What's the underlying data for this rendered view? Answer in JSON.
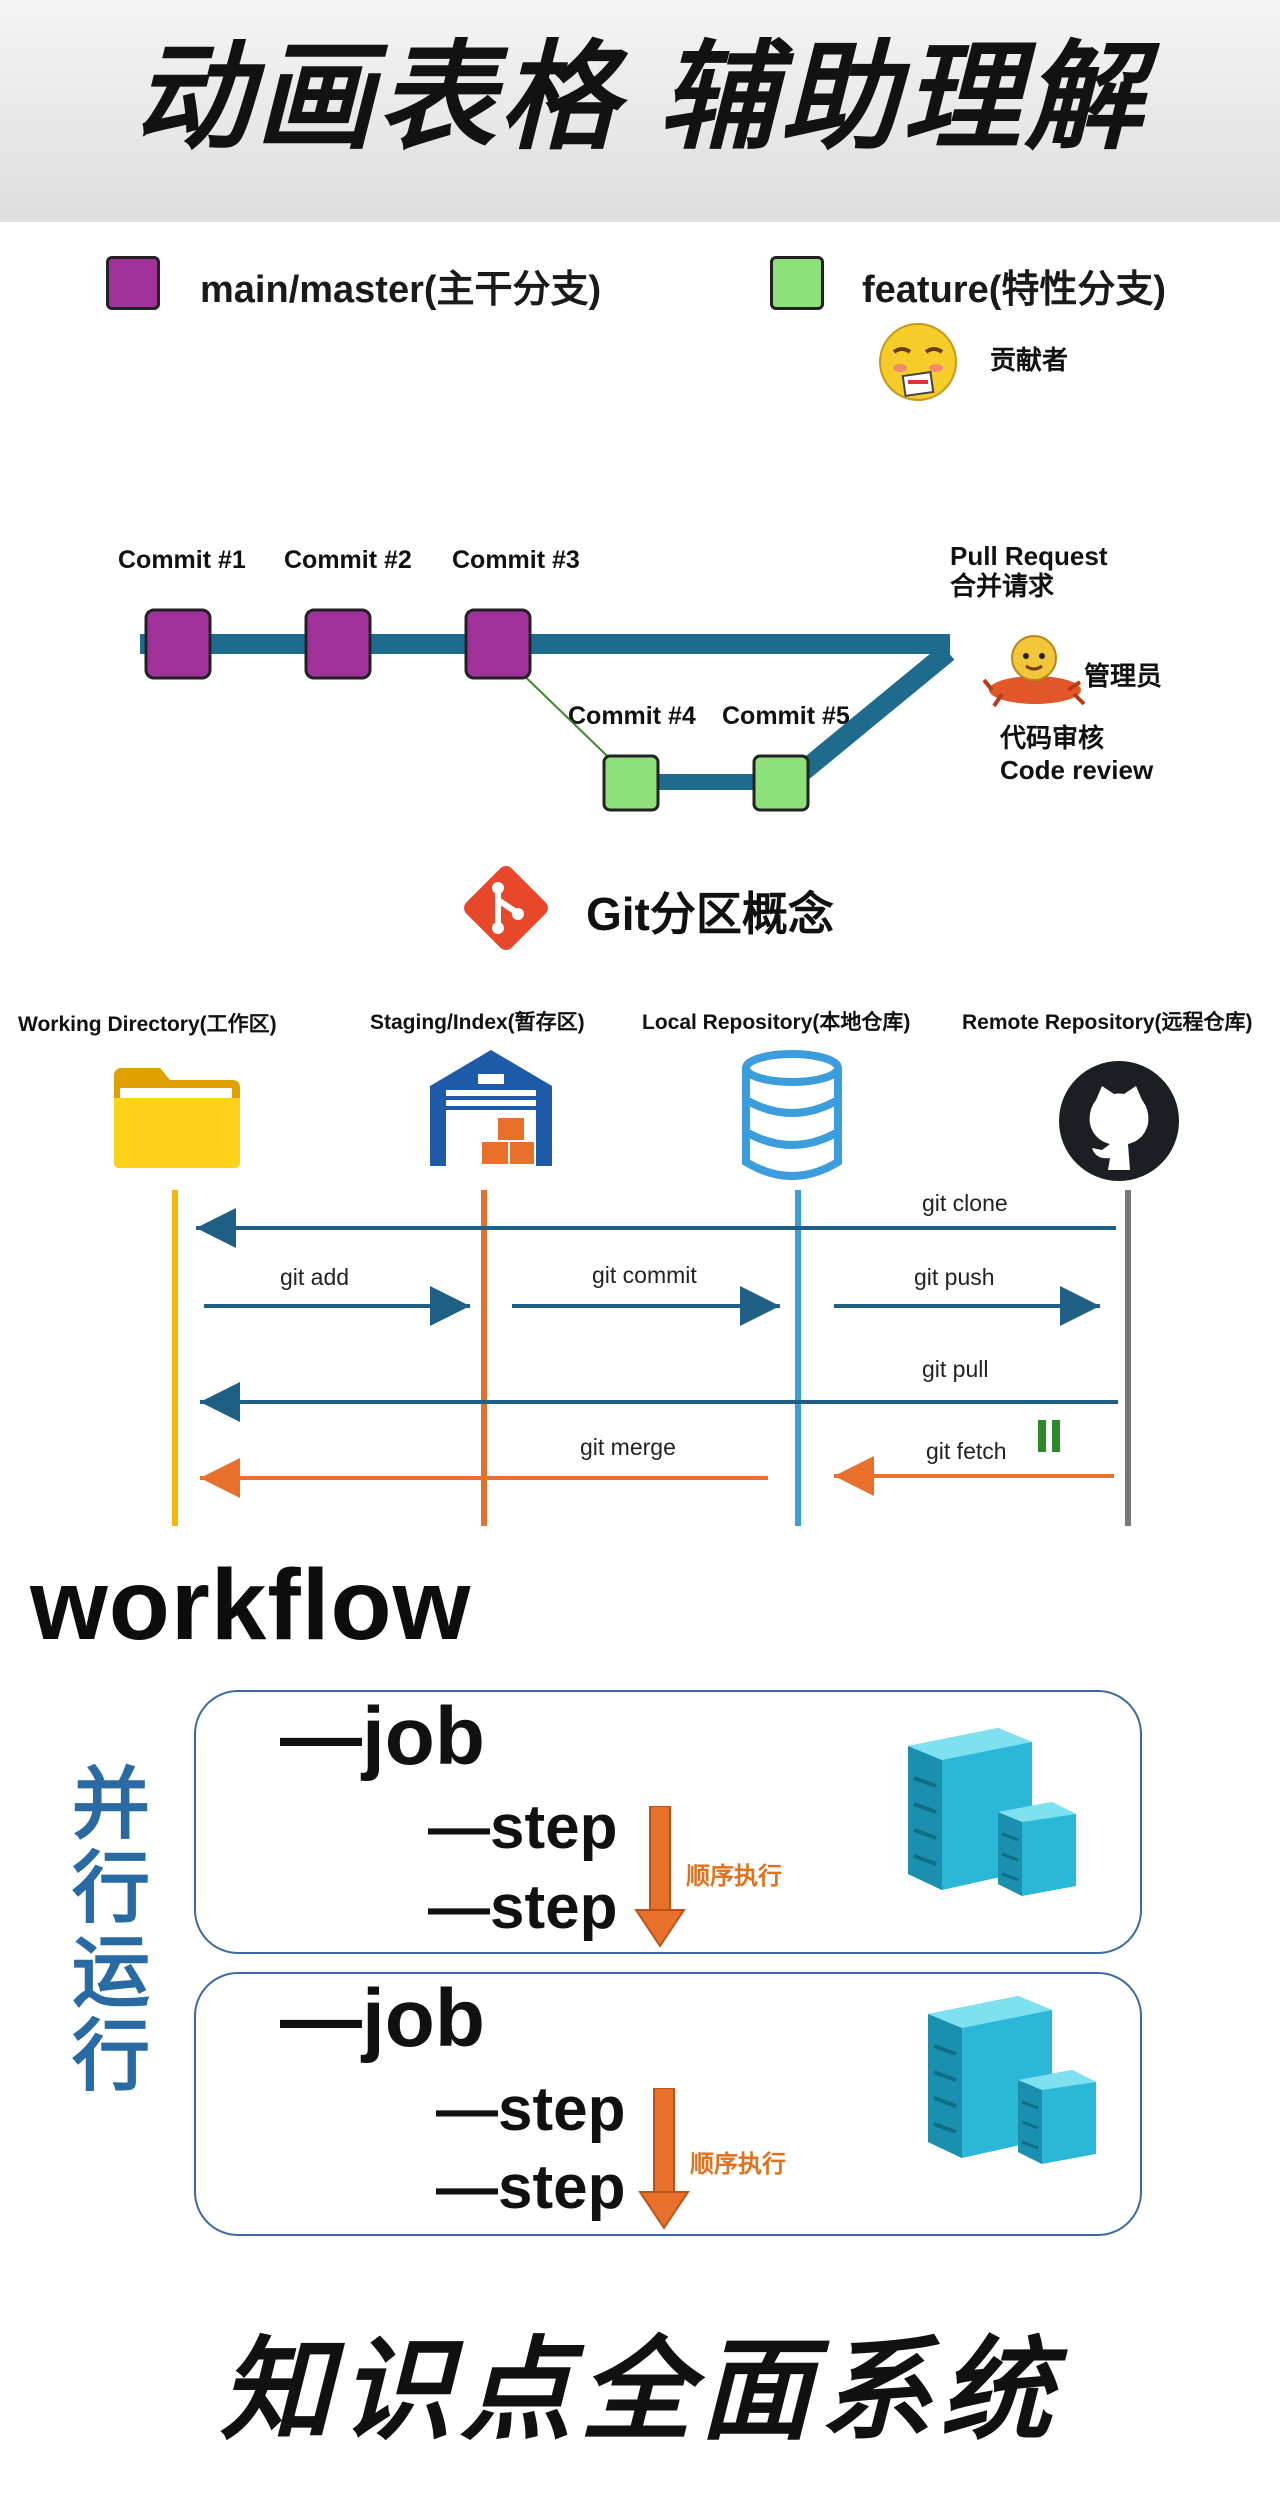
{
  "title": "动画表格  辅助理解",
  "legend": {
    "main_label": "main/master(主干分支)",
    "feature_label": "feature(特性分支)",
    "contributor_label": "贡献者",
    "main_color": "#a0309a",
    "feature_color": "#8ee07a"
  },
  "branch_diagram": {
    "commits": [
      "Commit #1",
      "Commit #2",
      "Commit #3",
      "Commit #4",
      "Commit #5"
    ],
    "pull_request_label": "Pull Request",
    "pull_request_cn": "合并请求",
    "admin_label": "管理员",
    "code_review_cn": "代码审核",
    "code_review_en": "Code review",
    "line_color": "#1f6b8e"
  },
  "git_areas": {
    "title": "Git分区概念",
    "areas": [
      {
        "label": "Working Directory(工作区)",
        "color": "#f5b800"
      },
      {
        "label": "Staging/Index(暂存区)",
        "color": "#e8702a"
      },
      {
        "label": "Local Repository(本地仓库)",
        "color": "#3b9ddb"
      },
      {
        "label": "Remote Repository(远程仓库)",
        "color": "#777777"
      }
    ],
    "commands": [
      "git clone",
      "git add",
      "git commit",
      "git push",
      "git pull",
      "git merge",
      "git fetch"
    ],
    "arrow_blue": "#1f5f85",
    "arrow_orange": "#e8702a"
  },
  "workflow": {
    "title": "workflow",
    "parallel_label": "并行运行",
    "jobs": [
      {
        "job": "—job",
        "steps": [
          "—step",
          "—step"
        ],
        "order_label": "顺序执行"
      },
      {
        "job": "—job",
        "steps": [
          "—step",
          "—step"
        ],
        "order_label": "顺序执行"
      }
    ]
  },
  "footer": "知识点全面系统"
}
